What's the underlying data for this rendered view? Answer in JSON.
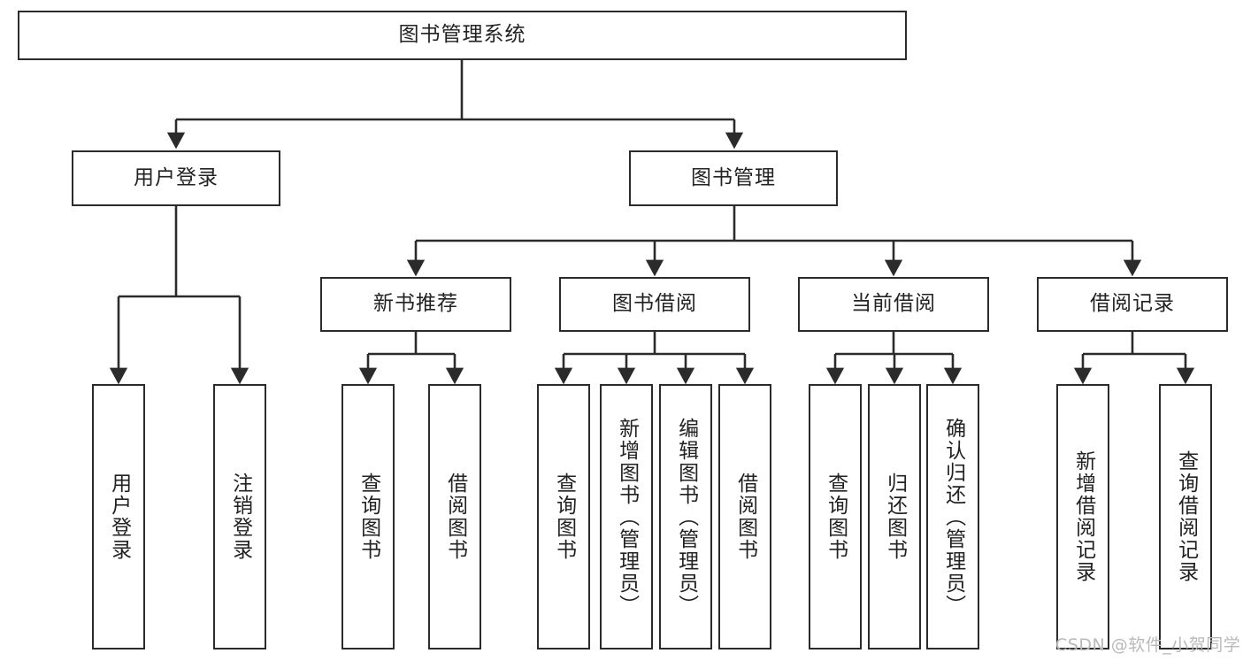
{
  "diagram": {
    "type": "tree-hierarchy",
    "title": "图书管理系统",
    "orientation": "top-down",
    "edge_style": "orthogonal-arrow",
    "colors": {
      "box_border": "#2b2b2b",
      "box_fill": "#ffffff",
      "connector": "#2b2b2b",
      "text": "#222222",
      "watermark": "#b9b9b9",
      "background": "#ffffff"
    },
    "root": {
      "id": "root",
      "label": "图书管理系统",
      "orientation": "horizontal"
    },
    "level2": [
      {
        "id": "user-login",
        "label": "用户登录",
        "orientation": "horizontal"
      },
      {
        "id": "book-manage",
        "label": "图书管理",
        "orientation": "horizontal"
      }
    ],
    "level3": [
      {
        "id": "new-book-recommend",
        "label": "新书推荐",
        "orientation": "horizontal",
        "parent": "book-manage"
      },
      {
        "id": "book-borrow",
        "label": "图书借阅",
        "orientation": "horizontal",
        "parent": "book-manage"
      },
      {
        "id": "current-borrow",
        "label": "当前借阅",
        "orientation": "horizontal",
        "parent": "book-manage"
      },
      {
        "id": "borrow-record",
        "label": "借阅记录",
        "orientation": "horizontal",
        "parent": "book-manage"
      }
    ],
    "leaves": [
      {
        "id": "leaf-user-login",
        "label": "用户登录",
        "orientation": "vertical",
        "parent": "user-login"
      },
      {
        "id": "leaf-user-logout",
        "label": "注销登录",
        "orientation": "vertical",
        "parent": "user-login"
      },
      {
        "id": "leaf-query-book-1",
        "label": "查询图书",
        "orientation": "vertical",
        "parent": "new-book-recommend"
      },
      {
        "id": "leaf-borrow-book-1",
        "label": "借阅图书",
        "orientation": "vertical",
        "parent": "new-book-recommend"
      },
      {
        "id": "leaf-query-book-2",
        "label": "查询图书",
        "orientation": "vertical",
        "parent": "book-borrow"
      },
      {
        "id": "leaf-add-book",
        "label": "新增图书（管理员）",
        "orientation": "vertical",
        "parent": "book-borrow"
      },
      {
        "id": "leaf-edit-book",
        "label": "编辑图书（管理员）",
        "orientation": "vertical",
        "parent": "book-borrow"
      },
      {
        "id": "leaf-borrow-book-2",
        "label": "借阅图书",
        "orientation": "vertical",
        "parent": "book-borrow"
      },
      {
        "id": "leaf-query-book-3",
        "label": "查询图书",
        "orientation": "vertical",
        "parent": "current-borrow"
      },
      {
        "id": "leaf-return-book",
        "label": "归还图书",
        "orientation": "vertical",
        "parent": "current-borrow"
      },
      {
        "id": "leaf-confirm-return",
        "label": "确认归还（管理员）",
        "orientation": "vertical",
        "parent": "current-borrow"
      },
      {
        "id": "leaf-add-record",
        "label": "新增借阅记录",
        "orientation": "vertical",
        "parent": "borrow-record"
      },
      {
        "id": "leaf-query-record",
        "label": "查询借阅记录",
        "orientation": "vertical",
        "parent": "borrow-record"
      }
    ]
  },
  "watermark": {
    "text": "CSDN @软件_小贺同学"
  }
}
